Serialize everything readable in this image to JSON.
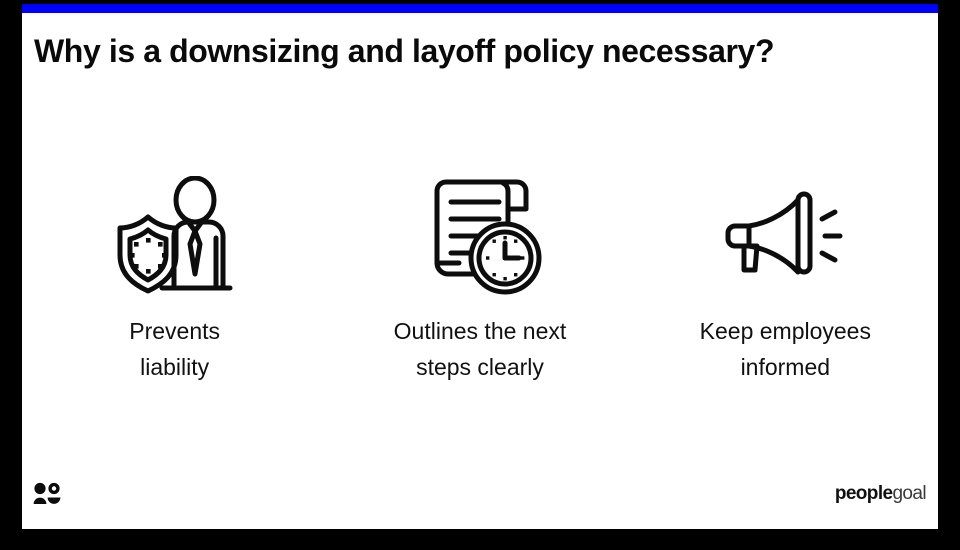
{
  "slide": {
    "title": "Why is a downsizing and layoff policy necessary?",
    "accent_color": "#0000ff",
    "frame_color": "#000000",
    "background_color": "#ffffff",
    "text_color": "#111111"
  },
  "features": [
    {
      "icon": "shield-person-icon",
      "caption_line1": "Prevents",
      "caption_line2": "liability"
    },
    {
      "icon": "scroll-clock-icon",
      "caption_line1": "Outlines the next",
      "caption_line2": "steps clearly"
    },
    {
      "icon": "megaphone-icon",
      "caption_line1": "Keep employees",
      "caption_line2": "informed"
    }
  ],
  "footer": {
    "logo_mark_icon": "two-people-icon",
    "wordmark_strong": "people",
    "wordmark_light": "goal"
  }
}
